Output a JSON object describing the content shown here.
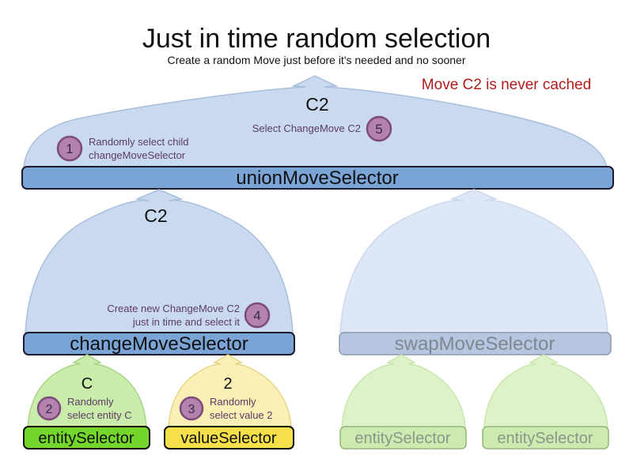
{
  "title": "Just in time random selection",
  "subtitle": "Create a random Move just before it's needed and no sooner",
  "note": "Move C2 is never cached",
  "colors": {
    "arch_blue": "#c9daf0",
    "arch_blue_faded": "#dee7f5",
    "bar_blue": "#7aa3d6",
    "bar_blue_faded": "#b6c6e1",
    "bar_green": "#74d62c",
    "bar_green_faded": "#cdeab0",
    "bar_yellow": "#f5e04a",
    "arch_green": "#c9ecaa",
    "arch_yellow": "#faf0b5",
    "step_circle": "#b382af",
    "annotation_purple": "#5d3b64",
    "note_red": "#b01c1c"
  },
  "union": {
    "label": "unionMoveSelector",
    "output_label": "C2"
  },
  "change": {
    "label": "changeMoveSelector",
    "output_label": "C2"
  },
  "swap": {
    "label": "swapMoveSelector"
  },
  "entity": {
    "label": "entitySelector",
    "output_label": "C"
  },
  "value": {
    "label": "valueSelector",
    "output_label": "2"
  },
  "faded_left": {
    "label": "entitySelector"
  },
  "faded_right": {
    "label": "entitySelector"
  },
  "steps": [
    {
      "number": "1",
      "line1": "Randomly select child",
      "line2": "changeMoveSelector"
    },
    {
      "number": "2",
      "line1": "Randomly",
      "line2": "select entity C"
    },
    {
      "number": "3",
      "line1": "Randomly",
      "line2": "select value 2"
    },
    {
      "number": "4",
      "line1": "Create new ChangeMove C2",
      "line2": "just in time and select it"
    },
    {
      "number": "5",
      "line1": "Select ChangeMove C2",
      "line2": ""
    }
  ]
}
